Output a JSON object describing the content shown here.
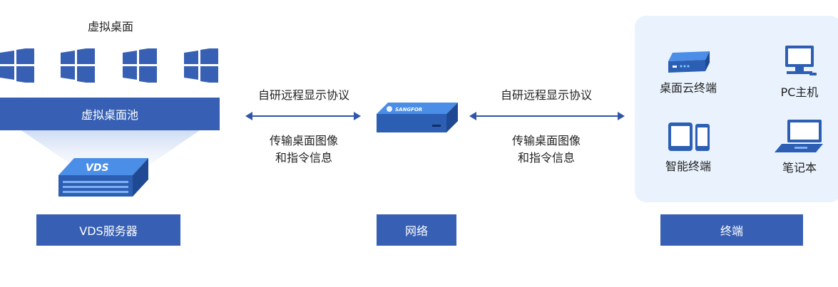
{
  "virtual_desktop": {
    "title": "虚拟桌面",
    "pool_label": "虚拟桌面池",
    "windows_count_icons": [
      "windows-icon",
      "windows-icon",
      "windows-icon",
      "windows-icon"
    ]
  },
  "server": {
    "device_text": "VDS",
    "label": "VDS服务器"
  },
  "left_link": {
    "protocol": "自研远程显示协议",
    "line1": "传输桌面图像",
    "line2": "和指令信息"
  },
  "network": {
    "device_text": "SANGFOR",
    "label": "网络"
  },
  "right_link": {
    "protocol": "自研远程显示协议",
    "line1": "传输桌面图像",
    "line2": "和指令信息"
  },
  "terminals": {
    "label": "终端",
    "items": [
      {
        "label": "桌面云终端",
        "icon": "thin-client-icon"
      },
      {
        "label": "PC主机",
        "icon": "pc-icon"
      },
      {
        "label": "智能终端",
        "icon": "smart-device-icon"
      },
      {
        "label": "笔记本",
        "icon": "laptop-icon"
      }
    ]
  },
  "colors": {
    "primary_blue": "#3760b5",
    "panel_bg": "#eaf3fd",
    "arrow_blue": "#2f56a8"
  }
}
